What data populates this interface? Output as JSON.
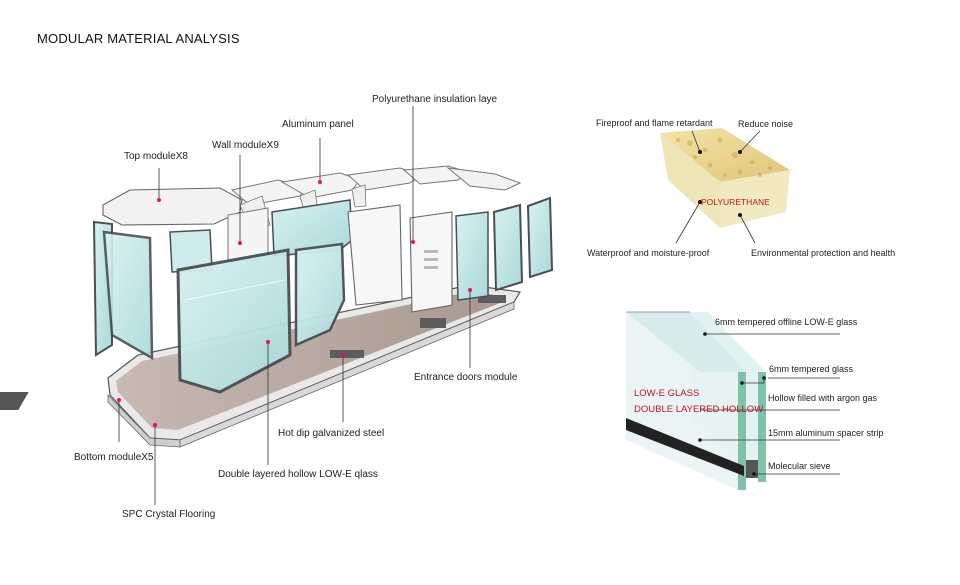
{
  "title": "MODULAR MATERIAL ANALYSIS",
  "module_labels": {
    "polyurethane_layer": "Polyurethane insulation laye",
    "aluminum_panel": "Aluminum panel",
    "wall_module": "Wall moduleX9",
    "top_module": "Top moduleX8",
    "entrance_doors": "Entrance doors module",
    "galvanized_steel": "Hot dip galvanized steel",
    "bottom_module": "Bottom moduleX5",
    "low_e_glass": "Double layered hollow LOW-E qlass",
    "spc_flooring": "SPC Crystal Flooring"
  },
  "polyurethane": {
    "name": "POLYURETHANE",
    "fireproof": "Fireproof and flame retardant",
    "noise": "Reduce noise",
    "waterproof": "Waterproof and moisture-proof",
    "environment": "Environmental protection and health"
  },
  "glass": {
    "name_line1": "LOW-E GLASS",
    "name_line2": "DOUBLE LAYERED HOLLOW",
    "offline_glass": "6mm tempered offline LOW-E glass",
    "tempered_glass": "6mm tempered glass",
    "argon": "Hollow filled with argon gas",
    "spacer": "15mm aluminum spacer strip",
    "sieve": "Molecular sieve"
  },
  "colors": {
    "accent_red": "#c0141e",
    "marker_pink": "#e0136c",
    "glass_tint": "#bfe6e6",
    "frame_gray": "#4a4f55",
    "floor_wood": "#b9aba3",
    "foam_yellow": "#efe6b8"
  }
}
